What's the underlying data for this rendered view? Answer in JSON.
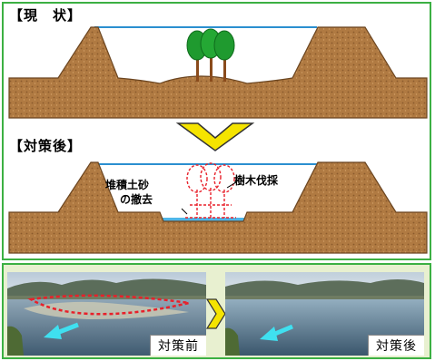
{
  "top_section": {
    "heading": "【現　状】"
  },
  "bottom_section": {
    "heading": "【対策後】",
    "label_sediment_line1": "堆積土砂",
    "label_sediment_line2": "の撤去",
    "label_tree": "樹木伐採"
  },
  "photos": {
    "before_caption": "対策前",
    "after_caption": "対策後"
  },
  "colors": {
    "panel_border": "#3cb043",
    "soil": "#b07a42",
    "water_line": "#2b8fd0",
    "tree_green": "#1f9a2f",
    "arrow_yellow": "#f5e400",
    "dashed_red": "#e8202a",
    "flow_arrow": "#3fe0f0"
  },
  "icons": {
    "transition_arrow": "chevron-down-icon",
    "photo_transition": "chevron-right-icon",
    "flow_arrow": "left-arrow-icon"
  }
}
